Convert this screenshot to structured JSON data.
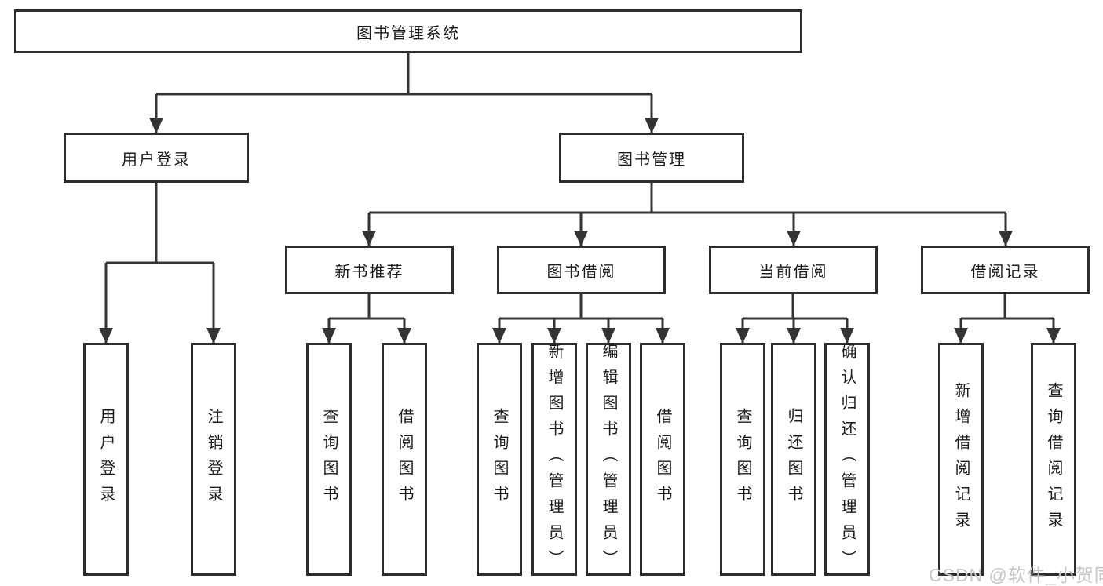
{
  "tree": {
    "root": {
      "label": "图书管理系统"
    },
    "branches": [
      {
        "label": "用户登录",
        "children": [
          {
            "label": "用户登录"
          },
          {
            "label": "注销登录"
          }
        ]
      },
      {
        "label": "图书管理",
        "children": [
          {
            "label": "新书推荐",
            "children": [
              {
                "label": "查询图书"
              },
              {
                "label": "借阅图书"
              }
            ]
          },
          {
            "label": "图书借阅",
            "children": [
              {
                "label": "查询图书"
              },
              {
                "label": "新增图书（管理员）"
              },
              {
                "label": "编辑图书（管理员）"
              },
              {
                "label": "借阅图书"
              }
            ]
          },
          {
            "label": "当前借阅",
            "children": [
              {
                "label": "查询图书"
              },
              {
                "label": "归还图书"
              },
              {
                "label": "确认归还（管理员）"
              }
            ]
          },
          {
            "label": "借阅记录",
            "children": [
              {
                "label": "新增借阅记录"
              },
              {
                "label": "查询借阅记录"
              }
            ]
          }
        ]
      }
    ]
  },
  "watermark": {
    "text": "CSDN @软件_小贺同学"
  },
  "colors": {
    "line": "#333333",
    "box_border": "#2d2d2d",
    "text": "#1c1c1c",
    "watermark": "#c6c6c6",
    "background": "#ffffff"
  }
}
